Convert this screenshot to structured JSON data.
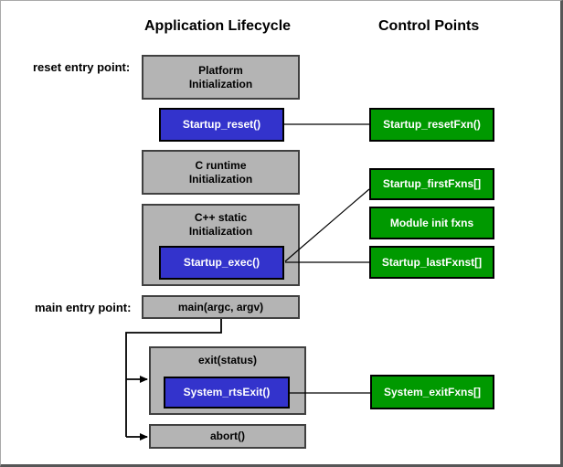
{
  "titles": {
    "left": "Application Lifecycle",
    "right": "Control Points"
  },
  "side_labels": {
    "reset": "reset entry point:",
    "main": "main entry point:"
  },
  "boxes": {
    "platform_init": "Platform\nInitialization",
    "startup_reset": "Startup_reset()",
    "startup_reset_fxn": "Startup_resetFxn()",
    "c_runtime_init": "C runtime\nInitialization",
    "cpp_static_init": "C++ static\nInitialization",
    "startup_exec": "Startup_exec()",
    "startup_first_fxns": "Startup_firstFxns[]",
    "module_init_fxns": "Module init fxns",
    "startup_last_fxns": "Startup_lastFxnst[]",
    "main": "main(argc, argv)",
    "exit": "exit(status)",
    "system_rts_exit": "System_rtsExit()",
    "system_exit_fxns": "System_exitFxns[]",
    "abort": "abort()"
  },
  "colors": {
    "box_gray": "#b4b4b4",
    "box_blue": "#3333cc",
    "box_green": "#009900",
    "box_border_dark": "#404040",
    "connector": "#000000",
    "frame_light": "#a9a9a9",
    "frame_dark": "#565656"
  }
}
